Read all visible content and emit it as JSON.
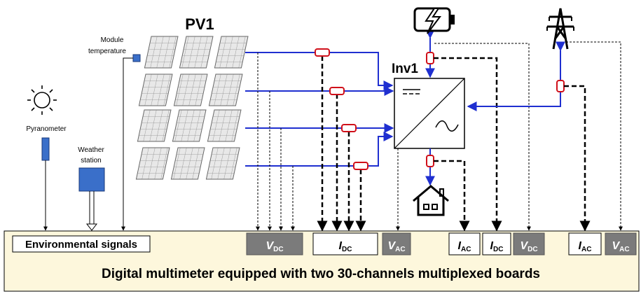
{
  "title": "PV1",
  "inverter_label": "Inv1",
  "labels": {
    "module_temp_line1": "Module",
    "module_temp_line2": "temperature",
    "pyranometer": "Pyranometer",
    "weather_line1": "Weather",
    "weather_line2": "station"
  },
  "bottom_bar": {
    "env_signals": "Environmental signals",
    "caption": "Digital multimeter equipped with two 30-channels multiplexed boards"
  },
  "channels": [
    {
      "main": "V",
      "sub": "DC",
      "style": "gray"
    },
    {
      "main": "I",
      "sub": "DC",
      "style": "white"
    },
    {
      "main": "V",
      "sub": "AC",
      "style": "gray"
    },
    {
      "main": "I",
      "sub": "AC",
      "style": "white"
    },
    {
      "main": "I",
      "sub": "DC",
      "style": "white"
    },
    {
      "main": "V",
      "sub": "DC",
      "style": "gray"
    },
    {
      "main": "I",
      "sub": "AC",
      "style": "white"
    },
    {
      "main": "V",
      "sub": "AC",
      "style": "gray"
    }
  ],
  "icons": [
    "sun-icon",
    "battery-icon",
    "transmission-tower-icon",
    "house-icon",
    "pv-panel-icon",
    "inverter-icon"
  ],
  "colors": {
    "wire": "#1f2fd0",
    "sensor_clamp": "#d0101a",
    "bar_fill": "#fdf7dc",
    "channel_gray": "#7b7b7b",
    "device_blue": "#3a6fc9"
  }
}
